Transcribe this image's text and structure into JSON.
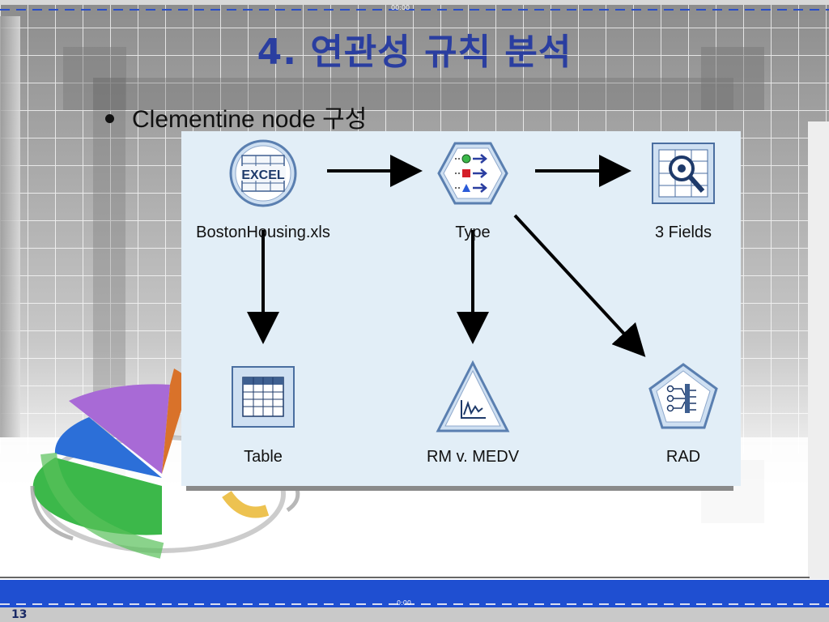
{
  "slide": {
    "title": "4. 연관성 규칙 분석",
    "bullet": "Clementine node 구성",
    "page_number": "13",
    "timestamp_top": "00:00",
    "timestamp_bottom": "0:00"
  },
  "diagram": {
    "nodes": [
      {
        "id": "excel",
        "label": "BostonHousing.xls",
        "icon": "excel-source-icon",
        "icon_text": "EXCEL"
      },
      {
        "id": "type",
        "label": "Type",
        "icon": "type-node-icon"
      },
      {
        "id": "fields",
        "label": "3 Fields",
        "icon": "table-search-icon"
      },
      {
        "id": "table",
        "label": "Table",
        "icon": "table-icon"
      },
      {
        "id": "plot",
        "label": "RM v. MEDV",
        "icon": "plot-triangle-icon"
      },
      {
        "id": "rad",
        "label": "RAD",
        "icon": "rule-model-icon"
      }
    ],
    "edges": [
      {
        "from": "excel",
        "to": "type"
      },
      {
        "from": "type",
        "to": "fields"
      },
      {
        "from": "excel",
        "to": "table"
      },
      {
        "from": "type",
        "to": "plot"
      },
      {
        "from": "type",
        "to": "rad"
      }
    ]
  },
  "colors": {
    "title": "#2a3ea0",
    "panel": "#e2eef7",
    "footer_band": "#1f4fd1"
  }
}
